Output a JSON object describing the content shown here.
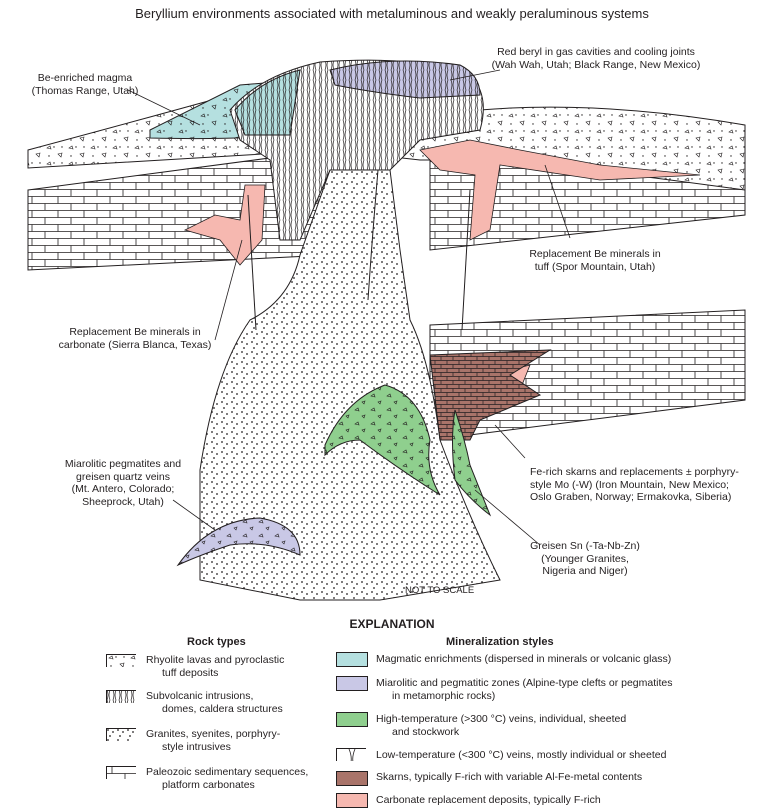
{
  "title": "Beryllium environments associated with metaluminous and weakly peraluminous systems",
  "labels": {
    "be_magma": [
      "Be-enriched magma",
      "(Thomas Range, Utah)"
    ],
    "red_beryl": [
      "Red beryl in gas cavities and cooling joints",
      "(Wah Wah, Utah; Black Range, New Mexico)"
    ],
    "repl_tuff": [
      "Replacement Be minerals in",
      "tuff (Spor Mountain, Utah)"
    ],
    "repl_carb": [
      "Replacement Be minerals in",
      "carbonate (Sierra Blanca, Texas)"
    ],
    "miarolitic": [
      "Miarolitic pegmatites and",
      "greisen quartz veins",
      "(Mt. Antero, Colorado;",
      "Sheeprock, Utah)"
    ],
    "skarns": [
      "Fe-rich skarns and replacements ± porphyry-",
      "style Mo (-W) (Iron Mountain, New Mexico;",
      "Oslo Graben, Norway; Ermakovka, Siberia)"
    ],
    "greisen": [
      "Greisen Sn (-Ta-Nb-Zn)",
      "(Younger Granites,",
      "Nigeria and Niger)"
    ],
    "not_to_scale": "NOT TO SCALE"
  },
  "explanation": {
    "title": "EXPLANATION",
    "rock_types_title": "Rock types",
    "mineralization_title": "Mineralization styles",
    "rock_types": [
      [
        "Rhyolite lavas and pyroclastic",
        "tuff deposits"
      ],
      [
        "Subvolcanic intrusions,",
        "domes, caldera structures"
      ],
      [
        "Granites, syenites, porphyry-",
        "style intrusives"
      ],
      [
        "Paleozoic sedimentary sequences,",
        "platform carbonates"
      ]
    ],
    "mineralization": [
      [
        "Magmatic enrichments (dispersed in minerals or volcanic glass)"
      ],
      [
        "Miarolitic and pegmatitic zones (Alpine-type clefts or pegmatites",
        "in metamorphic rocks)"
      ],
      [
        "High-temperature (>300 °C) veins, individual, sheeted",
        "and stockwork"
      ],
      [
        "Low-temperature (<300 °C) veins, mostly individual or sheeted"
      ],
      [
        "Skarns, typically F-rich with variable Al-Fe-metal contents"
      ],
      [
        "Carbonate replacement deposits, typically F-rich"
      ]
    ]
  },
  "colors": {
    "magmatic": "#b5e0e0",
    "miarolitic": "#c9c8e6",
    "high_temp": "#8fcf8e",
    "skarn": "#a9746a",
    "carbonate_repl": "#f6b8b0",
    "line": "#231f20"
  }
}
